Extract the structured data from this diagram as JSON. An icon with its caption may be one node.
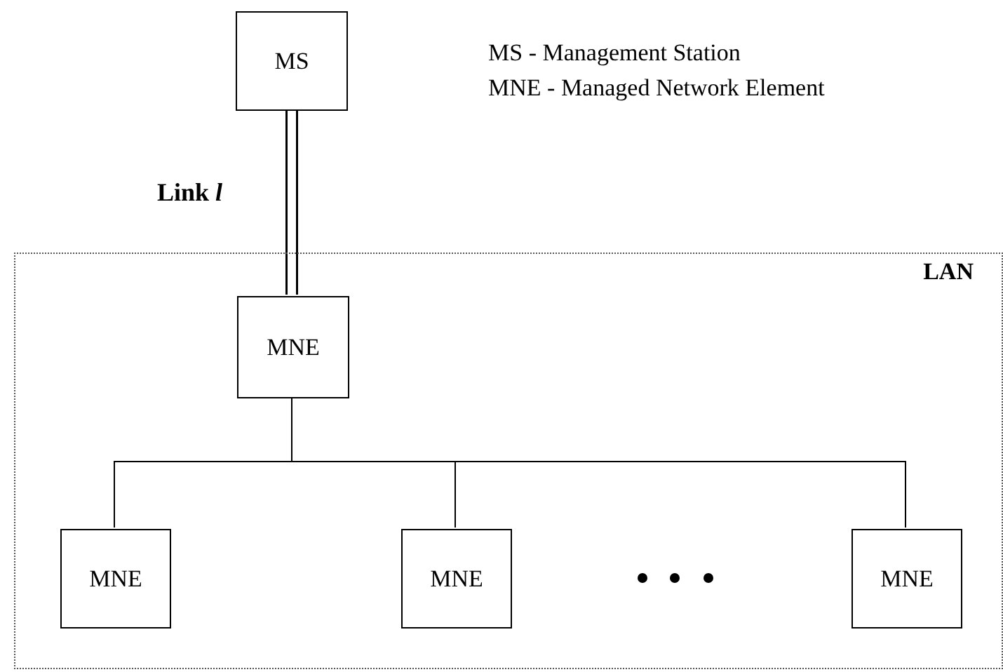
{
  "diagram": {
    "nodes": [
      {
        "text": [
          "LAN"
        ]
      },
      {
        "text": [
          "MS"
        ]
      },
      {
        "text": [
          "MNE"
        ],
        "in": 0
      },
      {
        "text": [
          "MNE"
        ],
        "in": 0
      },
      {
        "text": [
          "MNE"
        ],
        "in": 0
      },
      {
        "text": [
          "MNE"
        ],
        "in": 0
      }
    ],
    "edges": [
      {
        "from": 1,
        "to": 2,
        "arrow": "none",
        "label": "Link *l*",
        "style": "thick"
      },
      {
        "from": 2,
        "to": 3,
        "arrow": "none"
      },
      {
        "from": 2,
        "to": 4,
        "arrow": "none"
      },
      {
        "from": 2,
        "to": 5,
        "arrow": "none"
      }
    ],
    "labels": [
      "MS - Management Station",
      "MNE - Managed Network Element"
    ]
  }
}
